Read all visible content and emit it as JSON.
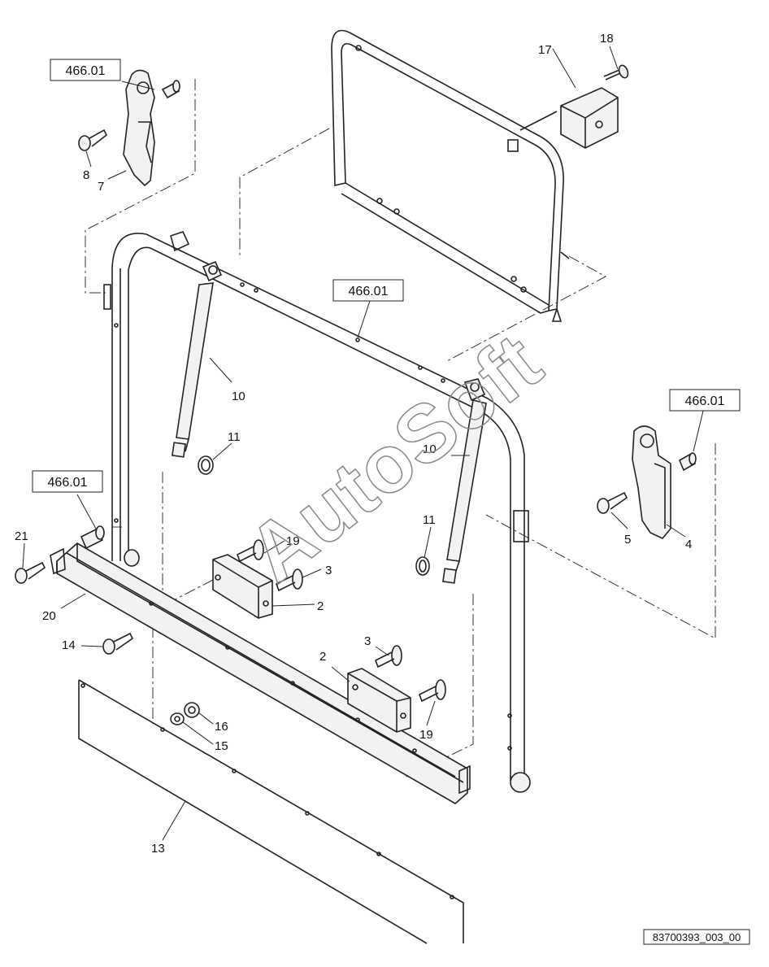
{
  "watermark": "AutoSoft",
  "drawing_code": "83700393_003_00",
  "reference_boxes": [
    "466.01",
    "466.01",
    "466.01",
    "466.01"
  ],
  "callouts": {
    "c18": "18",
    "c17": "17",
    "c8": "8",
    "c7": "7",
    "c10a": "10",
    "c11a": "11",
    "c10b": "10",
    "c11b": "11",
    "c21": "21",
    "c20": "20",
    "c19a": "19",
    "c3a": "3",
    "c2a": "2",
    "c14": "14",
    "c3b": "3",
    "c2b": "2",
    "c19b": "19",
    "c16": "16",
    "c15": "15",
    "c13": "13",
    "c5": "5",
    "c4": "4"
  }
}
